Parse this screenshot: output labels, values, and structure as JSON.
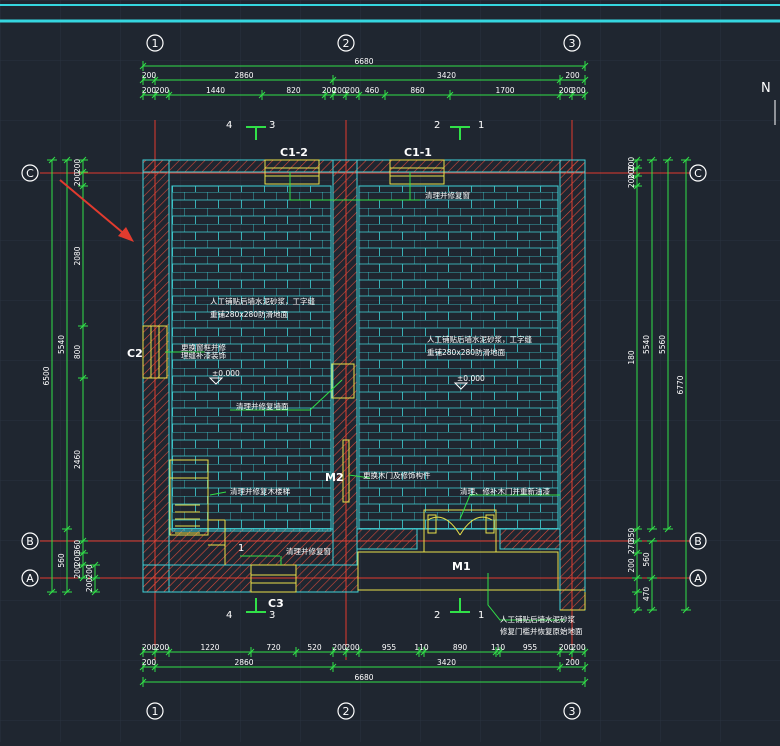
{
  "axes": {
    "top": [
      "1",
      "2",
      "3"
    ],
    "bottom": [
      "1",
      "2",
      "3"
    ],
    "left": [
      "C",
      "B",
      "A"
    ],
    "right": [
      "C",
      "B",
      "A"
    ]
  },
  "north": "N",
  "dims": {
    "top_total": "6680",
    "top_row1": [
      "200",
      "2860",
      "3420",
      "200"
    ],
    "top_row2": [
      "200",
      "200",
      "1440",
      "820",
      "200",
      "200",
      "200",
      "460",
      "860",
      "1700",
      "200",
      "200"
    ],
    "bottom_row1": [
      "200",
      "200",
      "1220",
      "720",
      "520",
      "200",
      "200",
      "955",
      "110",
      "890",
      "110",
      "955",
      "200",
      "200"
    ],
    "bottom_row2": [
      "200",
      "2860",
      "3420",
      "200"
    ],
    "bottom_total": "6680",
    "left_outer": "6500",
    "left_mid": [
      "5540",
      "560"
    ],
    "left_inner": [
      "200",
      "200",
      "2080",
      "800",
      "2460",
      "360",
      "200",
      "200"
    ],
    "left_small": [
      "200",
      "200"
    ],
    "right_outer": "6770",
    "right_mid": [
      "5560",
      "5540"
    ],
    "right_inner": [
      "200",
      "200",
      "200",
      "180",
      "350",
      "270",
      "200"
    ],
    "right_small": [
      "560",
      "470"
    ]
  },
  "labels": {
    "window_c12": "C1-2",
    "window_c11": "C1-1",
    "window_c2": "C2",
    "window_c3": "C3",
    "door_m1": "M1",
    "door_m2": "M2",
    "sec_4": "4",
    "sec_3": "3",
    "sec_2": "2",
    "sec_1": "1",
    "note_window_top": "清理并修复窗",
    "note_floor_left_1": "人工铺贴后墙水泥砂浆，工字缝",
    "note_floor_left_2": "重铺280x280防滑地面",
    "note_floor_right_1": "人工铺贴后墙水泥砂浆，工字缝",
    "note_floor_right_2": "重铺280x280防滑地面",
    "note_c2_1": "更换窗框并修",
    "note_c2_2": "理缝补漆装饰",
    "level_left": "±0.000",
    "level_right": "±0.000",
    "note_wall_mid": "清理并修复墙面",
    "note_m2": "更换木门及修饰构件",
    "note_stair": "清理并修复木楼梯",
    "note_m1_door": "清理、修补木门并重新油漆",
    "note_c3": "清理并修复窗",
    "note_bottom_1": "人工铺贴后墙水泥砂浆",
    "note_bottom_2": "修复门槛并恢复原始地面",
    "stair_num": "1"
  }
}
